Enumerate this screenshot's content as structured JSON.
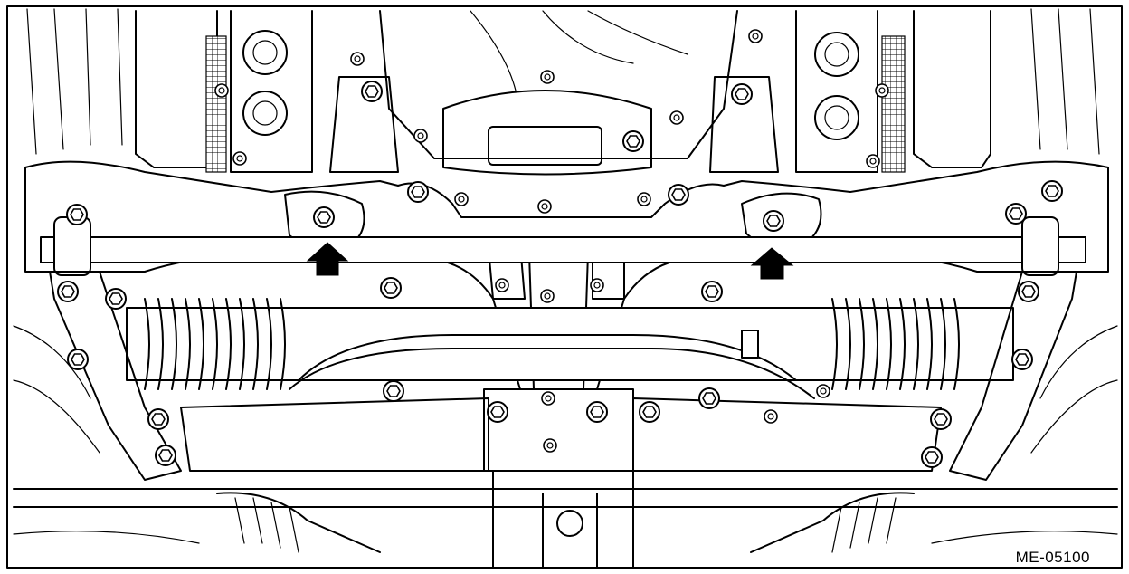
{
  "figure": {
    "reference_code": "ME-05100",
    "background": "#ffffff",
    "line_color": "#000000",
    "callouts": [
      {
        "name": "arrow-left",
        "icon": "up-arrow-icon",
        "points_to": "left-crossmember-bolt"
      },
      {
        "name": "arrow-right",
        "icon": "up-arrow-icon",
        "points_to": "right-crossmember-bolt"
      }
    ]
  }
}
